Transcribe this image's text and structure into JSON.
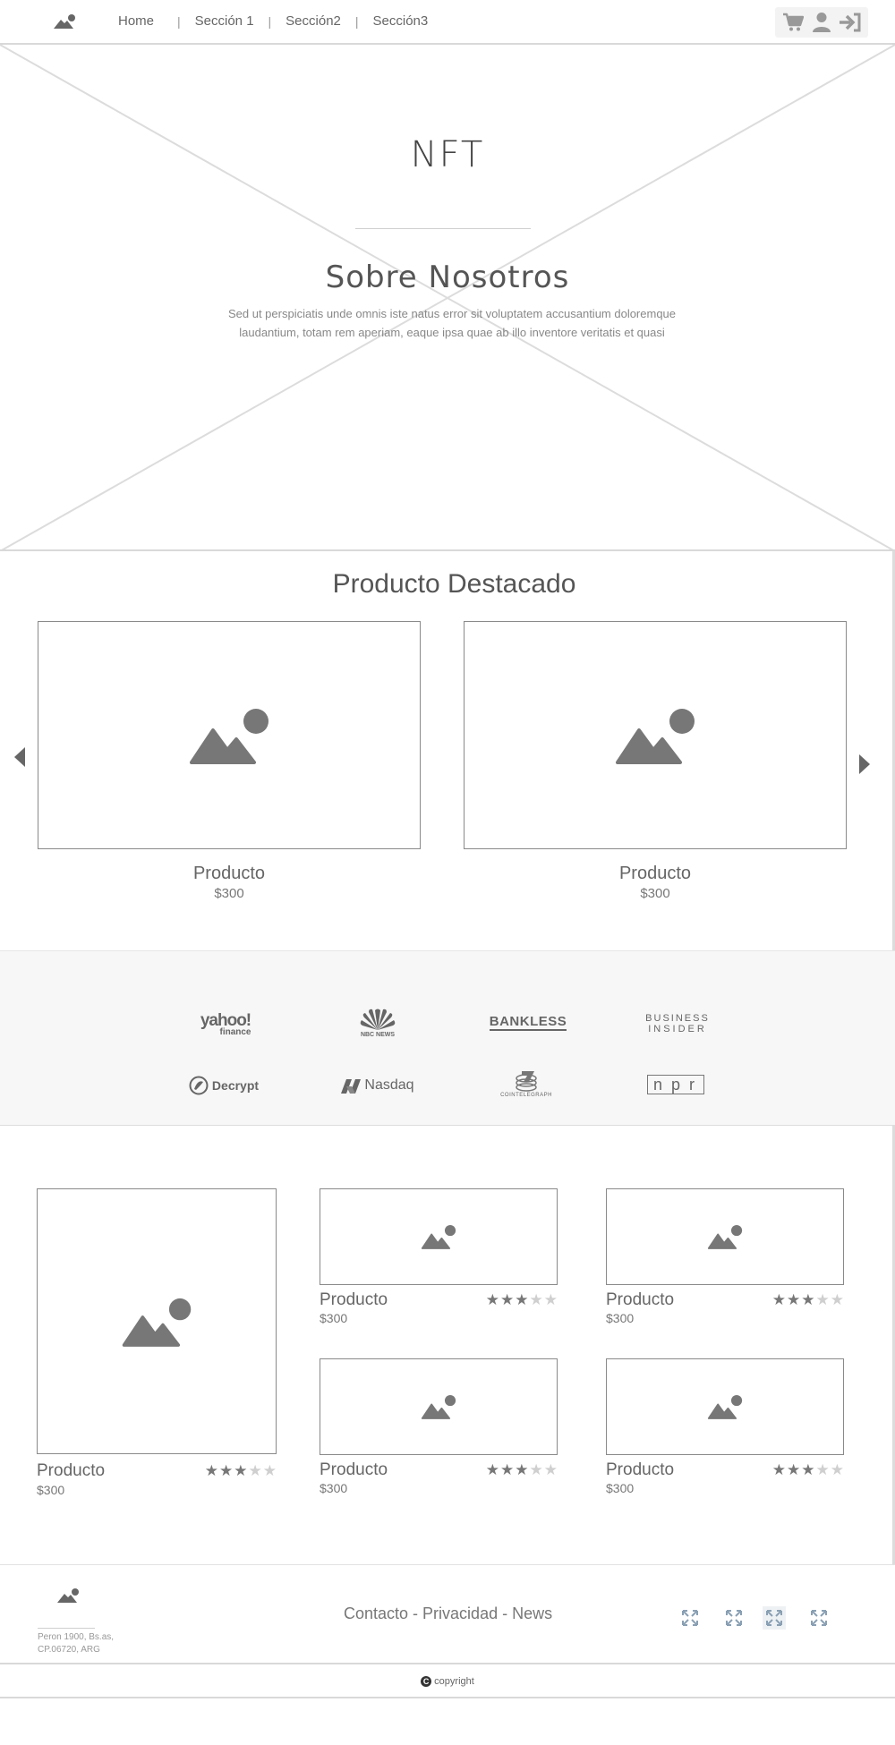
{
  "nav": {
    "items": [
      {
        "label": "Home"
      },
      {
        "label": "Sección 1"
      },
      {
        "label": "Sección2"
      },
      {
        "label": "Sección3"
      }
    ],
    "separator": "|",
    "icons": [
      "cart-icon",
      "user-icon",
      "login-icon"
    ]
  },
  "hero": {
    "title": "NFT",
    "subtitle": "Sobre Nosotros",
    "text": "Sed ut perspiciatis unde omnis iste natus error sit voluptatem accusantium doloremque laudantium, totam rem aperiam, eaque ipsa quae ab illo inventore veritatis et quasi"
  },
  "featured": {
    "heading": "Producto Destacado",
    "products": [
      {
        "name": "Producto",
        "price": "$300"
      },
      {
        "name": "Producto",
        "price": "$300"
      }
    ]
  },
  "press": {
    "logos": [
      {
        "text": "yahoo!",
        "sub": "finance"
      },
      {
        "text": "NBC NEWS"
      },
      {
        "text": "BANKLESS"
      },
      {
        "text": "BUSINESS",
        "sub": "INSIDER"
      },
      {
        "text": "Decrypt"
      },
      {
        "text": "Nasdaq"
      },
      {
        "text": "COINTELEGRAPH"
      },
      {
        "text": "npr"
      }
    ]
  },
  "grid": {
    "products": [
      {
        "name": "Producto",
        "price": "$300",
        "rating": 3,
        "max": 5
      },
      {
        "name": "Producto",
        "price": "$300",
        "rating": 3,
        "max": 5
      },
      {
        "name": "Producto",
        "price": "$300",
        "rating": 3,
        "max": 5
      },
      {
        "name": "Producto",
        "price": "$300",
        "rating": 3,
        "max": 5
      },
      {
        "name": "Producto",
        "price": "$300",
        "rating": 3,
        "max": 5
      }
    ]
  },
  "footer": {
    "address_line1": "Peron 1900, Bs.as,",
    "address_line2": "CP.06720, ARG",
    "links": [
      "Contacto",
      "Privacidad",
      "News"
    ],
    "link_separator": " - ",
    "social_icons": [
      "expand-icon",
      "expand-icon",
      "expand-icon",
      "expand-icon"
    ],
    "copyright_symbol": "C",
    "copyright": "copyright"
  }
}
